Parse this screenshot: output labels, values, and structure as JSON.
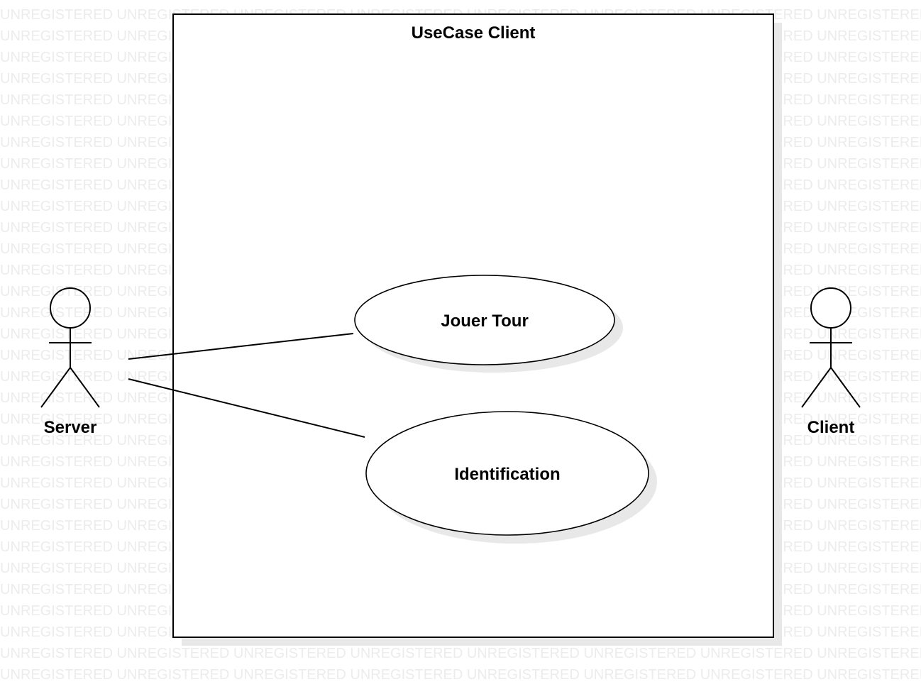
{
  "watermark": {
    "text": "UNREGISTERED",
    "color": "#ececec"
  },
  "system": {
    "title": "UseCase Client"
  },
  "use_cases": [
    {
      "label": "Jouer Tour"
    },
    {
      "label": "Identification"
    }
  ],
  "actors": [
    {
      "label": "Server"
    },
    {
      "label": "Client"
    }
  ],
  "colors": {
    "line": "#000000",
    "shadow": "#e8e8e8",
    "fill": "#ffffff"
  }
}
